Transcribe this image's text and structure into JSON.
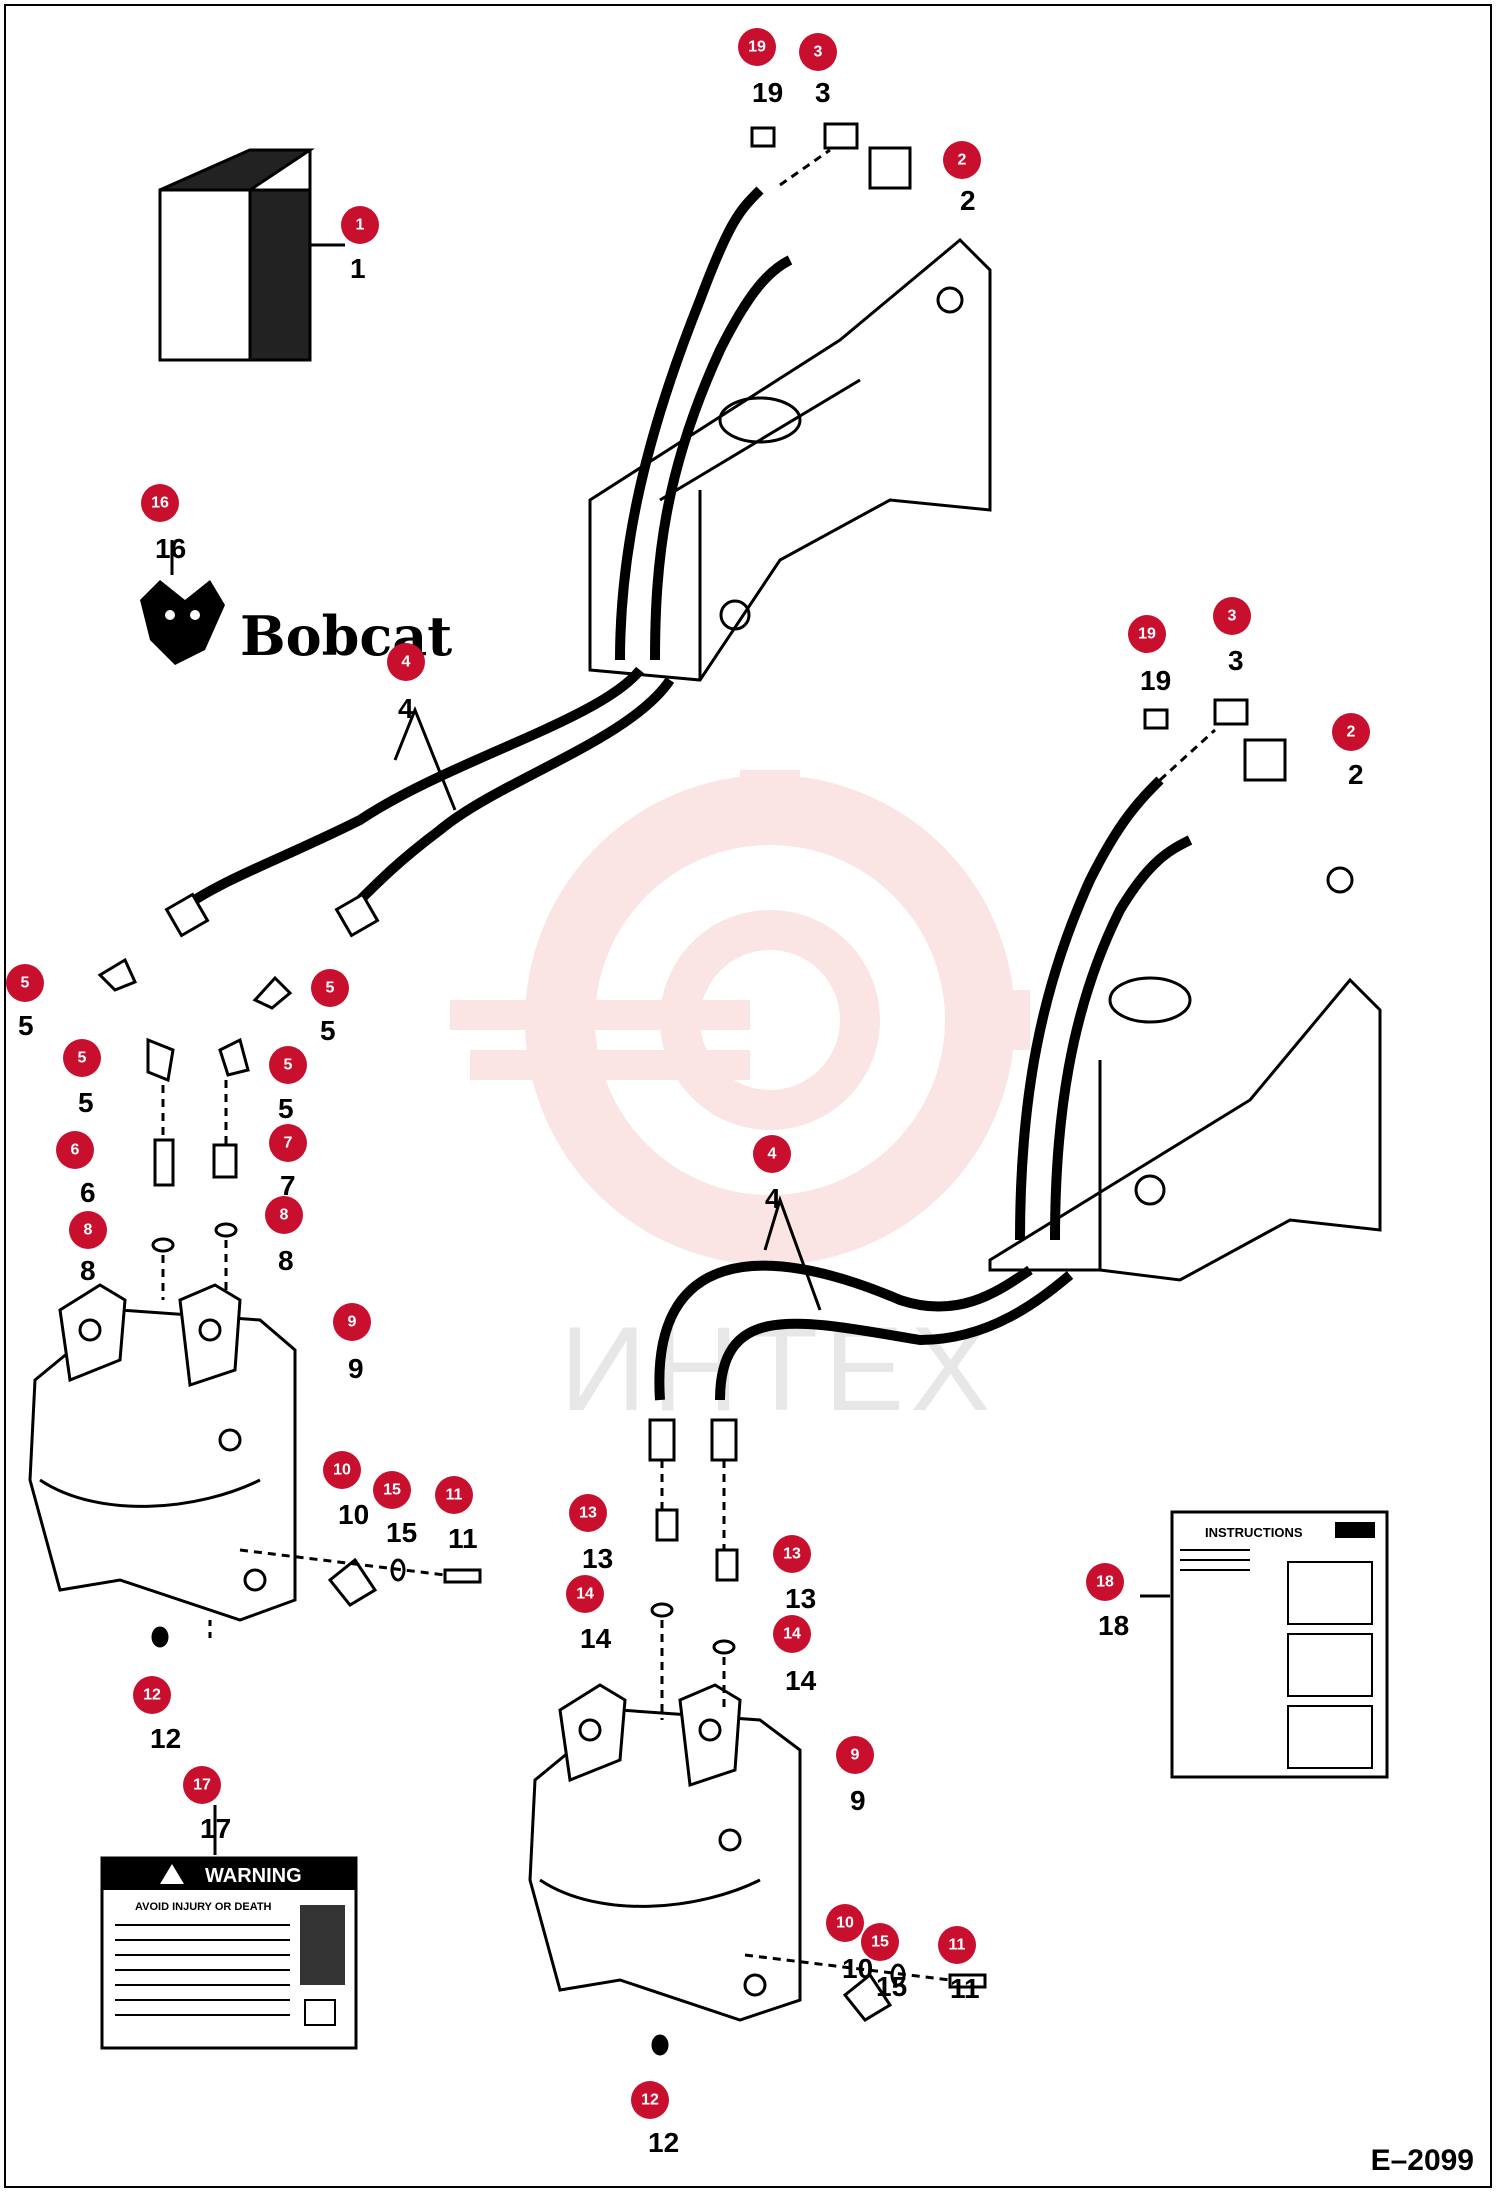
{
  "diagram": {
    "page_code": "E–2099",
    "watermark_text": "ИНТЕХ",
    "logo_text": "Bobcat",
    "warning_decal": {
      "header": "WARNING",
      "subheader": "AVOID INJURY OR DEATH"
    },
    "instructions_decal": {
      "title": "INSTRUCTIONS"
    },
    "callouts": [
      {
        "id": "c1",
        "num": "1"
      },
      {
        "id": "c2a",
        "num": "2"
      },
      {
        "id": "c3a",
        "num": "3"
      },
      {
        "id": "c19a",
        "num": "19"
      },
      {
        "id": "c16",
        "num": "16"
      },
      {
        "id": "c4a",
        "num": "4"
      },
      {
        "id": "c5a",
        "num": "5"
      },
      {
        "id": "c5b",
        "num": "5"
      },
      {
        "id": "c5c",
        "num": "5"
      },
      {
        "id": "c5d",
        "num": "5"
      },
      {
        "id": "c6",
        "num": "6"
      },
      {
        "id": "c7",
        "num": "7"
      },
      {
        "id": "c8a",
        "num": "8"
      },
      {
        "id": "c8b",
        "num": "8"
      },
      {
        "id": "c9a",
        "num": "9"
      },
      {
        "id": "c10a",
        "num": "10"
      },
      {
        "id": "c15a",
        "num": "15"
      },
      {
        "id": "c11a",
        "num": "11"
      },
      {
        "id": "c12a",
        "num": "12"
      },
      {
        "id": "c17",
        "num": "17"
      },
      {
        "id": "c19b",
        "num": "19"
      },
      {
        "id": "c3b",
        "num": "3"
      },
      {
        "id": "c2b",
        "num": "2"
      },
      {
        "id": "c4b",
        "num": "4"
      },
      {
        "id": "c13a",
        "num": "13"
      },
      {
        "id": "c13b",
        "num": "13"
      },
      {
        "id": "c14a",
        "num": "14"
      },
      {
        "id": "c14b",
        "num": "14"
      },
      {
        "id": "c18",
        "num": "18"
      },
      {
        "id": "c9b",
        "num": "9"
      },
      {
        "id": "c10b",
        "num": "10"
      },
      {
        "id": "c15b",
        "num": "15"
      },
      {
        "id": "c11b",
        "num": "11"
      },
      {
        "id": "c12b",
        "num": "12"
      }
    ],
    "colors": {
      "callout_fill": "#c8102e",
      "line": "#000000",
      "watermark": "#f2b3b3"
    }
  }
}
